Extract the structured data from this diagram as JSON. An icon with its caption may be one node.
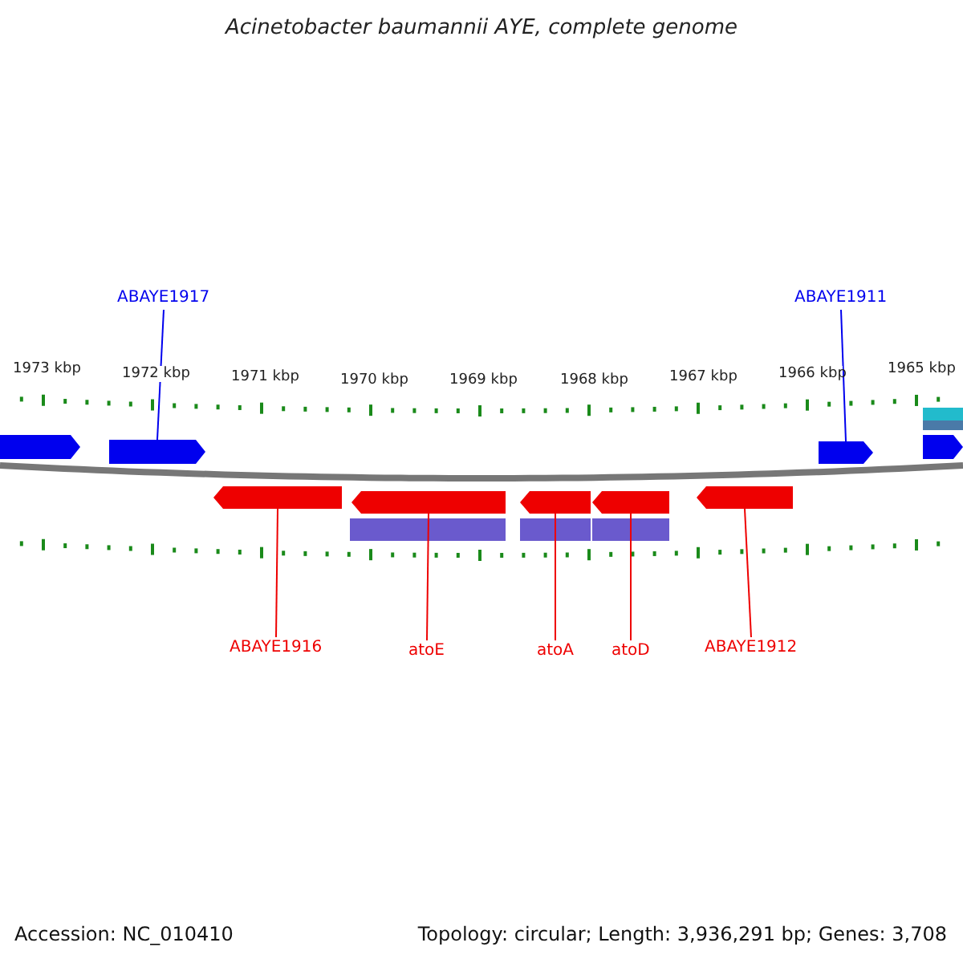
{
  "diagram": {
    "title": "Acinetobacter baumannii AYE, complete genome",
    "nodes": [
      {
        "text": [
          "ABAYE1917"
        ]
      },
      {
        "text": [
          "ABAYE1911"
        ]
      },
      {
        "text": [
          "ABAYE1916"
        ]
      },
      {
        "text": [
          "atoE"
        ]
      },
      {
        "text": [
          "atoA"
        ]
      },
      {
        "text": [
          "atoD"
        ]
      },
      {
        "text": [
          "ABAYE1912"
        ]
      },
      {
        "text": [],
        "shape": "arrow"
      },
      {
        "text": [],
        "shape": "arrow"
      },
      {
        "text": [],
        "shape": "arrow"
      },
      {
        "text": [],
        "shape": "arrow"
      },
      {
        "text": [],
        "shape": "bar"
      },
      {
        "text": [],
        "shape": "bar"
      },
      {
        "text": [],
        "shape": "arrow"
      },
      {
        "text": [],
        "shape": "arrow"
      },
      {
        "text": [],
        "shape": "arrow"
      },
      {
        "text": [],
        "shape": "arrow"
      },
      {
        "text": [],
        "shape": "arrow"
      },
      {
        "text": [],
        "shape": "bar"
      },
      {
        "text": [],
        "shape": "bar"
      },
      {
        "text": [],
        "shape": "bar"
      }
    ],
    "edges": [
      {
        "from": 0,
        "to": 8,
        "arrow": "none",
        "color": "#0000ee"
      },
      {
        "from": 1,
        "to": 9,
        "arrow": "none",
        "color": "#0000ee"
      },
      {
        "from": 2,
        "to": 13,
        "arrow": "none"
      },
      {
        "from": 3,
        "to": 14,
        "arrow": "none"
      },
      {
        "from": 4,
        "to": 15,
        "arrow": "none"
      },
      {
        "from": 5,
        "to": 16,
        "arrow": "none"
      },
      {
        "from": 6,
        "to": 17,
        "arrow": "none"
      }
    ],
    "labels": [
      "1973 kbp",
      "1972 kbp",
      "1971 kbp",
      "1970 kbp",
      "1969 kbp",
      "1968 kbp",
      "1967 kbp",
      "1966 kbp",
      "1965 kbp",
      "Accession: NC_010410",
      "Topology: circular; Length: 3,936,291 bp; Genes: 3,708"
    ]
  }
}
